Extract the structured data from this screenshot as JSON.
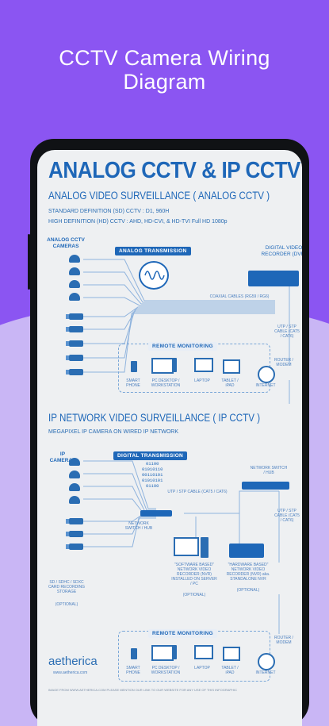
{
  "header": {
    "title_line1": "CCTV Camera Wiring",
    "title_line2": "Diagram"
  },
  "infographic": {
    "main_title": "ANALOG CCTV & IP CCTV",
    "analog": {
      "heading": "ANALOG VIDEO SURVEILLANCE ( ANALOG CCTV )",
      "sub1": "STANDARD DEFINITION (SD) CCTV : D1, 960H",
      "sub2": "HIGH DEFINITION (HD) CCTV : AHD, HD-CVI, & HD-TVI Full HD 1080p",
      "cameras_label": "ANALOG CCTV CAMERAS",
      "transmission": "ANALOG TRANSMISSION",
      "dvr_label": "DIGITAL VIDEO RECORDER (DVR)",
      "cable_label": "COAXIAL CABLES (RG59 / RG6)",
      "utp_label": "UTP / STP CABLE (CAT5 / CAT6)",
      "remote": "REMOTE MONITORING",
      "router": "ROUTER / MODEM",
      "internet": "INTERNET",
      "devices": [
        "SMART PHONE",
        "PC DESKTOP / WORKSTATION",
        "LAPTOP",
        "TABLET / iPAD"
      ]
    },
    "ip": {
      "heading": "IP NETWORK VIDEO SURVEILLANCE ( IP CCTV )",
      "sub": "MEGAPIXEL IP CAMERA ON WIRED IP NETWORK",
      "cameras_label": "IP CAMERAS",
      "transmission": "DIGITAL TRANSMISSION",
      "bits": [
        "01100",
        "01010110",
        "00110101",
        "01010101",
        "01100"
      ],
      "switch1": "NETWORK SWITCH / HUB",
      "switch2": "NETWORK SWITCH / HUB",
      "cable_label": "UTP / STP CABLE (CAT5 / CAT6)",
      "utp_label": "UTP / STP CABLE (CAT5 / CAT6)",
      "software_nvr": "\"SOFTWARE BASED\" NETWORK VIDEO RECORDER (NVR) INSTALLED ON SERVER / PC",
      "hardware_nvr": "\"HARDWARE BASED\" NETWORK VIDEO RECORDER (NVR) aka. STANDALONE NVR",
      "optional": "(OPTIONAL)",
      "sd_card": "SD / SDHC / SDXC CARD RECORDING STORAGE",
      "remote": "REMOTE MONITORING",
      "router": "ROUTER / MODEM",
      "internet": "INTERNET",
      "devices": [
        "SMART PHONE",
        "PC DESKTOP / WORKSTATION",
        "LAPTOP",
        "TABLET / iPAD"
      ]
    },
    "brand": "aetherica",
    "brand_url": "www.aetherica.com",
    "footer": "IMAGE FROM WWW.AETHERICA.COM   PLEASE MENTION OUR LINK TO OUR WEBSITE FOR ANY USE OF THIS INFOGRAPHIC"
  }
}
